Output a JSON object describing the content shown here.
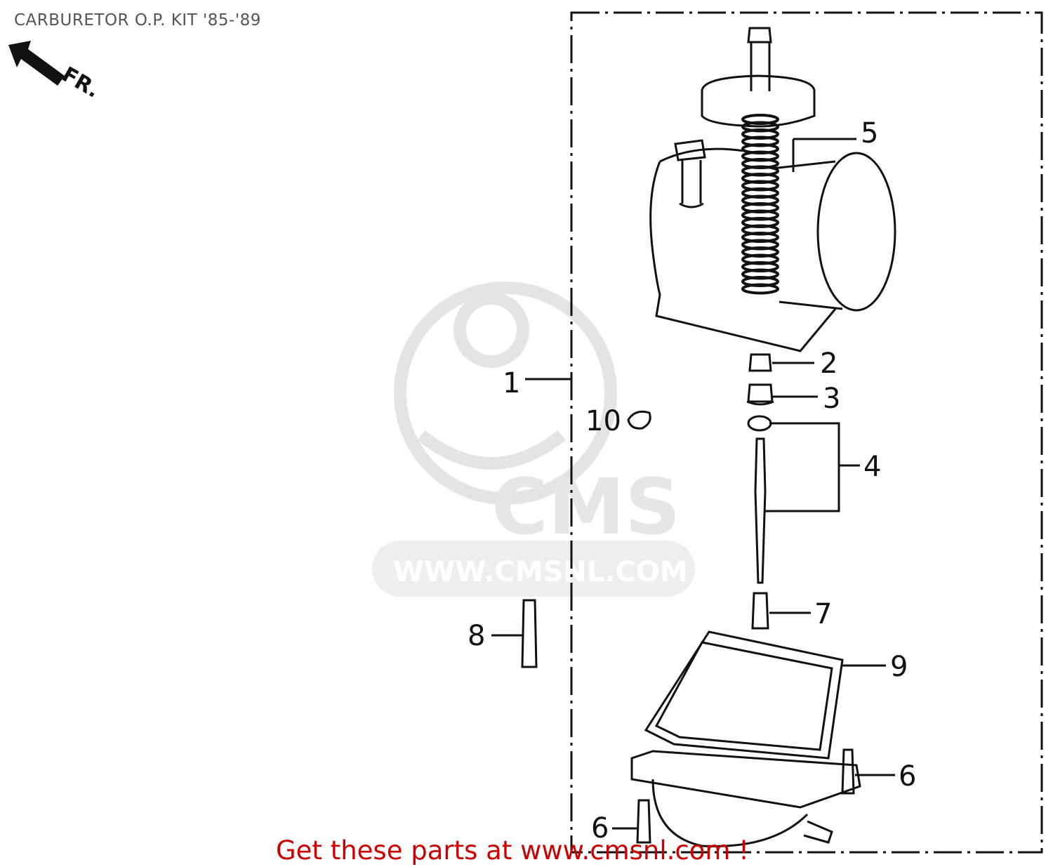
{
  "title": "CARBURETOR O.P. KIT '85-'89",
  "direction_label": "FR.",
  "watermark": {
    "brand": "CMS",
    "url": "WWW.CMSNL.COM"
  },
  "callouts": {
    "c1": "1",
    "c2": "2",
    "c3": "3",
    "c4": "4",
    "c5": "5",
    "c6a": "6",
    "c6b": "6",
    "c7": "7",
    "c8": "8",
    "c9": "9",
    "c10": "10"
  },
  "footer": "Get these parts at www.cmsnl.com !",
  "colors": {
    "line": "#111111",
    "footer": "#cc0000",
    "watermark": "#e4e4e4",
    "title": "#555555"
  }
}
